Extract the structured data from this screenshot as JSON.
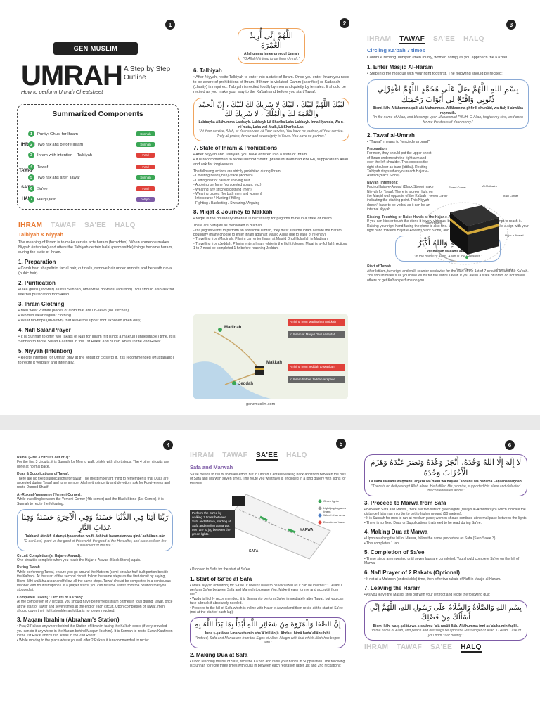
{
  "pages": {
    "p1": "1",
    "p2": "2",
    "p3": "3",
    "p4": "4",
    "p5": "5",
    "p6": "6"
  },
  "brand": {
    "logo": "GEN MUSLIM",
    "title": "UMRAH",
    "step_outline": "A Step by Step Outline",
    "subtitle": "How to perform Umrah Cheatsheet",
    "footer_url": "genzmuslim.com"
  },
  "summary": {
    "title": "Summarized Components",
    "groups": {
      "ihram": "IHRAM",
      "tawaf": "TAWAF",
      "saee": "SA'EE",
      "halq": "HALQ"
    },
    "items": [
      {
        "num": "1",
        "label": "Purity: Ghusl for Ihram",
        "tag": "Sunnah"
      },
      {
        "num": "2",
        "label": "Two rak'ahs before Ihram",
        "tag": "Sunnah"
      },
      {
        "num": "3",
        "label": "Ihram with intention + Talbiyah",
        "tag": "Fard"
      },
      {
        "num": "4",
        "label": "Tawaf",
        "tag": "Fard"
      },
      {
        "num": "5",
        "label": "Two rak'ahs after Tawaf",
        "tag": "Sunnah"
      },
      {
        "num": "6",
        "label": "Sa'ee",
        "tag": "Fard"
      },
      {
        "num": "7",
        "label": "Halq/Qasr",
        "tag": "Wajib"
      }
    ]
  },
  "tabs": {
    "ihram": "IHRAM",
    "tawaf": "TAWAF",
    "saee": "SA'EE",
    "halq": "HALQ"
  },
  "col1": {
    "subhead": "Talbiyah & Niyyah",
    "intro": "The meaning of Ihram is to make certain acts haram (forbidden). When someone makes Niyyah (intention) and utters the Talbiyah certain halal (permissible) things become haram, during the state of Ihram.",
    "s1": "1. Preparation",
    "s1_text": "• Comb hair, shape/trim facial hair, cut nails, remove hair under armpits and beneath naval (pubic hair).",
    "s2": "2. Purification",
    "s2_text": "•Take ghusl (shower) as it is Sunnah, otherwise do wudu (ablution). You should also ask for internal purification from Allah.",
    "s3": "3. Ihram Clothing",
    "s3_text": "• Men wear 2 white pieces of cloth that are un-sewn (no stitches).\n• Women wear regular clothing\n• Wear flip-flops (un-sewn) that leave the upper foot exposed (men only).",
    "s4": "4. Nafl Salah/Prayer",
    "s4_text": "• It is Sunnah to offer two rakats of Nafl for Ihram if it is not a makruh (undesirable) time. It is Sunnah to recite Surah Kaafirun in the 1st Rakat and Surah Ikhlas in the 2nd Rakat.",
    "s5": "5. Niyyah (Intention)",
    "s5_text": "• Recite intention for Umrah only at the Miqat or close to it. It is recommended (Mustahabb) to recite it verbally and internally."
  },
  "col2": {
    "dua_arabic": "اللَّهُمَّ إِنِّي أُرِيدُ الْعُمْرَةَ",
    "dua_translit": "Allahumma innee ureedul Umrah",
    "dua_trans": "\"O Allah! I intend to perform Umrah.\"",
    "s6": "6. Talbiyah",
    "s6_text": "• After Niyyah, recite Talbiyah to enter into a state of Ihram. Once you enter Ihram you need to be aware of prohibitions of Ihram. If Ihram is violated, Damm (sacrifice) or Sadaqah (charity) is required. Talbiyah is recited loudly by men and quietly by females. It should be recited as you make your way to the Ka'bah and before you start Tawaf.",
    "talbiyah_arabic": "لَبَّيْكَ اللَّهُمَّ لَبَّيْكَ ، لَبَّيْكَ لَا شَرِيكَ لَكَ لَبَّيْكَ ، إِنَّ الْحَمْدَ وَالنِّعْمَةَ لَكَ وَالْمُلْكَ ، لَا شَرِيكَ لَكَ",
    "talbiyah_translit": "Labbayka Allāhumma Labbayk. Labbayk Lā Sharīka Laka Labbayk. Inna l-ḥamda, Wa n-niʿmata, Laka wal-Mulk, Lā Sharīka Lak.",
    "talbiyah_trans": "\"At Your service, Allah, at Your service. At Your service, You have no partner, at Your service. Truly all praise, favour and sovereignty is Yours. You have no partner.\"",
    "s7": "7. State of Ihram & Prohibitions",
    "s7_text": "• After Niyyah and Talbiyah, you have entered into a state of Ihram.\n• It is recommended to recite Durood Sharif (praise Muhammad PBUH), supplicate to Allah and ask for forgiveness.",
    "s7_list": "The following actions are strictly prohibited during Ihram:\n- Covering head (men) / face (women)\n- Cutting hair or nails or shaving hair\n- Applying perfume (no scented soaps, etc.)\n- Wearing any stitched clothing (men)\n- Wearing gloves (for both men and women)\n- Intercourse / Hunting / Killing\n- Fighting / Backbiting / Swearing / Arguing",
    "s8": "8. Miqat & Journey to Makkah",
    "s8_text": "• Miqat is the boundary where it is necessary for pilgrims to be in a state of Ihram.",
    "s8_text2": "There are 5 Miqats as mentioned in Bukhari.\n- If a pilgrim wants to perform an additional Umrah, they must assume Ihram outside the Haram boundary (many choose to enter Ihram again at Masjid Aisha due to ease of re-entry)\n- Travelling from Madinah: Pilgrim can enter Ihram at Masjid Dhul Hulayfah in Madinah\n- Travelling from Jeddah: Pilgrim enters Ihram while in the flight (closest Miqat is al-Juhfah). Actions 1 to 7 must be completed 1 hr before reaching Jeddah.",
    "map_madinah": "Madinah",
    "map_makkah": "Makkah",
    "map_jeddah": "Jeddah",
    "map_note1_title": "Arriving from Madinah to Makkah",
    "map_note1_body": "In Ihram at Masjid Dhul Hulayfah",
    "map_note2_title": "Arriving from Jeddah to Makkah",
    "map_note2_body": "In Ihram before Jeddah airspace"
  },
  "col3": {
    "subhead": "Circling Ka'bah 7 times",
    "intro": "Continue reciting Talbiyah (men loudly, women softly) as you approach the Ka'bah.",
    "s1": "1. Enter Masjid Al-Haram",
    "s1_text": "• Step into the mosque with your right foot first. The following should be recited:",
    "dua_arabic": "بِسْمِ اللهِ اللَّهُمَّ صَلِّ عَلَى مُحَمَّدٍ اللَّهُمَّ اغْفِرْلِي ذُنُوبِي وَافْتَحْ لِي أَبْوَابَ رَحْمَتِكَ",
    "dua_translit": "Bismi-llāh, Allāhumma ṣalli alā Muhammad. Allāhumma-ghfir lī dhunūbī, wa-ftaḥ lī abwāba raḥmatik.",
    "dua_trans": "\"In the name of Allah, and blessings upon Muhammad PBUH. O Allah, forgive my sins, and open for me the doors of Your mercy.\"",
    "s2": "2. Tawaf al-Umrah",
    "s2_text": "• \"Tawaf\" means to \"encircle around\".",
    "prep_title": "Preparation:",
    "prep_text": "For men, they should put the upper sheet of Ihram underneath the right arm and over the left shoulder. This exposes the right shoulder as bare (Idtiba). Reciting Talbiyah stops when you reach Hajar-e-Aswad (Black Stone).",
    "niyyah_title": "Niyyah (Intention):",
    "niyyah_text": "Facing Hajar-e-Aswad (Black Stone) make Niyyah for Tawaf. There is a green light on the Masjid wall opposite of the Ka'bah indicating the starting point. This Niyyah doesn't have to be verbal as it can be an internal Niyyah.",
    "kaaba_labels": [
      "Shami Corner",
      "Al-Multazim",
      "Iraqi Corner",
      "Yemeni Corner",
      "Rukn Yamani",
      "Hajar-e-Aswad",
      "Start of Tawaf",
      "Maqam Ibrahim"
    ],
    "kiss_title": "Kissing, Touching or Raise Hands at the Hajar-e-Aswad (Istilam):",
    "kiss_text": "If you can kiss or touch the stone it is very virtuous, but do not harm others in an attempt to reach it. Raising your right hand facing the stone is also fine. When beginning each circuit, make a sign with your right hand towards Hajar-e-Aswad (Black Stone) and recite:",
    "takbir_arabic": "بِسْمِ اللهِ وَاللهُ أَكْبَرُ",
    "takbir_translit": "Bismi-llāh wallāhu akbar",
    "takbir_trans": "\"In the name of Allah, Allah is the Greatest.\"",
    "start_title": "Start of Tawaf:",
    "start_text": "After Istilam, turn right and walk counter clockwise for the start of the 1st of 7 circuits around the Ka'bah. You should make sure you have Wudu for the entire Tawaf. If you are in a state of Ihram do not shave others or get Ka'bah perfume on you."
  },
  "col4": {
    "ramal_title": "Ramal (First 3 circuits out of 7):",
    "ramal_text": "For the first 3 circuits, it is Sunnah for Men to walk briskly with short steps. The 4 other circuits are done at normal pace.",
    "duas_title": "Duas & Supplications of Tawaf:",
    "duas_text": "There are no fixed supplications for tawaf. The most important thing to remember is that Duas are accepted during Tawaf and to remember Allah with sincerity and devotion, ask for Forgiveness and recite Durood Sharif.",
    "rukn_title": "Ar-Ruknul-Yamaanee (Yemeni Corner):",
    "rukn_text": "While travelling between the Yemeni Corner (4th corner) and the Black Stone (1st Corner), it is Sunnah to recite the following:",
    "dua_arabic": "رَبَّنَا آتِنَا فِي الدُّنْيَا حَسَنَةً وَفِي الْآخِرَةِ حَسَنَةً وَقِنَا عَذَابَ النَّارِ",
    "dua_translit": "Rabbanā ātinā fi d-dunyā ḥasanatan wa fil-ākhirati ḥasanatan wa qinā ʿadhāba n-nār.",
    "dua_trans": "\"O our Lord, grant us the good of this world, the good of the Hereafter, and save us from the punishment of the fire.\"",
    "circuit_title": "Circuit Completion (at Hajar-e-Aswad):",
    "circuit_text": "One circuit is complete when you reach the Hajar-e-Aswad (Black Stone) again.",
    "during_title": "During Tawaf:",
    "during_text": "While performing Tawaf, ensure you go around the Hateem (semi-circular half-built portion beside the Ka'bah). At the start of the second circuit, follow the same steps as the first circuit by saying, Bismi-llāhi wallāhu akbar and follow all the same steps. Tawaf should be completed in a continuous manner with no interruptions. If a prayer starts, you can resume Tawaf from the position that you stopped at.",
    "completed_title": "Completed Tawaf (7 Circuits of Ka'bah):",
    "completed_text": "At the completion of 7 circuits, you should have performed Istilam 8 times in total during Tawaf, once at the start of Tawaf and seven times at the end of each circuit. Upon completion of Tawaf, men should cover their right shoulder as Idtiba is no longer required.",
    "s3": "3. Maqam Ibrahim (Abraham's Station)",
    "s3_text": "• Pray 2 Rakats anywhere behind the Station of Ibrahim facing the Ka'bah doors (if very crowded you can do it anywhere in the Haram behind Maqam Ibrahim). It is Sunnah to recite Surah Kaafiroon in the 1st Rakat and Surah Ikhlas in the 2nd Rakat.\n• While moving to the place where you will offer 2 Rakats it is recommended to recite:"
  },
  "col5": {
    "subhead": "Safa and Marwah",
    "intro": "Sa'ee means to run or to make effort, but in Umrah it entails walking back and forth between the hills of Safa and Marwah seven times. The route you will travel is enclosed in a long gallery with signs for the hills.",
    "diagram_caption": "Perform the Sa'ee by walking 7 times between Safa and Marwa, starting at Safa and ending at Marwa. Men are to jog between the green lights.",
    "legend": [
      "Green lights",
      "Light jogging area (men)",
      "Wheel chair area",
      "Direction of travel"
    ],
    "label_safa": "SAFA",
    "label_marwa": "MARWA",
    "bullet": "• Proceed to Safa for the start of Sa'ee.",
    "s1": "1. Start of Sa'ee at Safa",
    "s1_text": "• Make Niyyah (intention) for Sa'ee. It doesn't have to be vocalized as it can be internal: \"O Allah! I perform Sa'ee between Safa and Marwah to please You. Make it easy for me and accept it from me.\"\n• Wudu is highly recommended; it is Sunnah to perform Sa'ee immediately after Tawaf, but you can take a break if absolutely needed.\n• Proceed to the hill of Safa which is in line with Hajar-e-Aswad and then recite at the start of Sa'ee (not at the start of each lap):",
    "dua_arabic": "إِنَّ الصَّفَا وَالْمَرْوَةَ مِنْ شَعَائِرِ اللَّهِ أَبْدَأُ بِمَا بَدَأَ اللَّهُ بِهِ",
    "dua_translit": "Inna ṣ-ṣafā wa l-marwata min shaʿāʾiri llāh(i). Abdaʾu bimā badaʾallāhu bihi.",
    "dua_trans": "\"Indeed, Safa and Marwa are from the Signs of Allah. I begin with that which Allah has begun with.\"",
    "s2": "2. Making Dua at Safa",
    "s2_text": "• Upon reaching the hill of Safa, face the Ka'bah and raise your hands in Supplication. The following is Sunnah to recite three times with duas in between each recitation (after 1st and 2nd recitation):"
  },
  "col6": {
    "dua_arabic": "لَا إِلَهَ إِلَّا اللهُ وَحْدَهُ، أَنْجَزَ وَعْدَهُ وَنَصَرَ عَبْدَهُ وَهَزَمَ الْأَحْزَابَ وَحْدَهُ",
    "dua_translit": "Lā ilāha illallāhu waḥdahū, anjaza waʿdahū wa naṣara ʿabdahū wa hazama l-aḥzāba waḥdah.",
    "dua_trans": "\"There is no deity except Allah alone. He fulfilled His promise, supported His slave and defeated the confederates alone.\"",
    "s3": "3. Proceed to Marwa from Safa",
    "s3_text": "• Between Safa and Marwa, there are two sets of green lights (Milayn al-Akhdharayn) which indicate the distance Hajar ran in order to get to higher ground (50 meters).\n• It is Sunnah for men to run at medium pace; women should continue at normal pace between the lights.\n• There is no fixed Duas or Supplications that need to be read during Sa'ee.",
    "s4": "4. Making Dua at Marwa",
    "s4_text": "• Upon reaching the hill of Marwa, follow the same procedure as Safa (Step Sa'ee 3).\n• This completes 1 lap.",
    "s5": "5. Completion of Sa'ee",
    "s5_text": "• These steps are repeated until seven laps are completed. You should complete Sa'ee on the hill of Marwa.",
    "s6": "6. Nafl Prayer of 2 Rakats (Optional)",
    "s6_text": "• If not at a Makrooh (undesirable) time, then offer two rakats of Nafl in Masjid al-Haram.",
    "s7": "7. Leaving the Haram",
    "s7_text": "• As you leave the Masjid, step out with your left foot and recite the following dua:",
    "dua2_arabic": "بِسْمِ اللهِ وَالصَّلَاةُ وَالسَّلَامُ عَلَى رَسُولِ اللهِ، اللَّهُمَّ إِنِّي أَسْأَلُكَ مِنْ فَضْلِكَ",
    "dua2_translit": "Bismi llāh, wa-ṣ-ṣalātu wa-s-salāmu ʿalā rasūli llāh. Allāhumma innī asʾaluka min faḍlik.",
    "dua2_trans": "\"In the name of Allah, and peace and blessings be upon the Messenger of Allah. O Allah, I ask of you from Your bounty.\""
  },
  "colors": {
    "orange": "#e8772e",
    "purple": "#7d5ba6",
    "blue": "#4b7cc4",
    "green": "#3aa655",
    "red": "#e0413a"
  }
}
